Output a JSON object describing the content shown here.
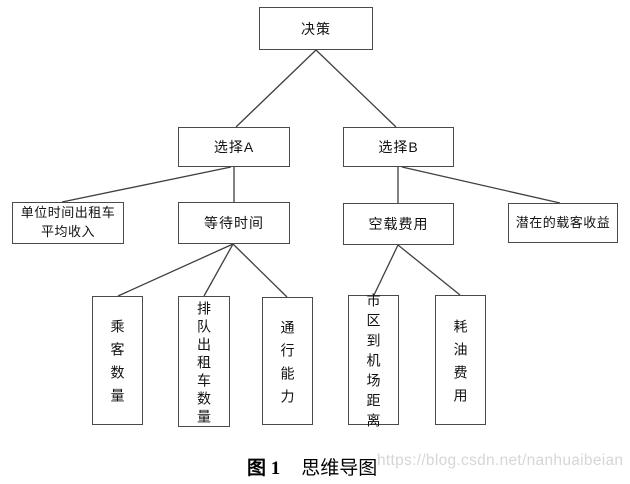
{
  "diagram": {
    "root": {
      "label": "决策"
    },
    "level2": [
      {
        "label": "选择A"
      },
      {
        "label": "选择B"
      }
    ],
    "level3": [
      {
        "label": "单位时间出租车平均收入",
        "lines": [
          "单位时间出租车",
          "平均收入"
        ]
      },
      {
        "label": "等待时间"
      },
      {
        "label": "空载费用"
      },
      {
        "label": "潜在的载客收益"
      }
    ],
    "level4": [
      {
        "label": "乘客数量"
      },
      {
        "label": "排队出租车数量"
      },
      {
        "label": "通行能力"
      },
      {
        "label": "市区到机场距离"
      },
      {
        "label": "耗油费用"
      }
    ]
  },
  "caption": {
    "figure_label": "图 1",
    "title": "思维导图"
  },
  "watermark": "https://blog.csdn.net/nanhuaibeian",
  "colors": {
    "background": "#ffffff",
    "connector_line": "#3f3f3f",
    "node_border": "#4a4a4a",
    "text": "#111111",
    "watermark_text": "#d6d6d6"
  }
}
